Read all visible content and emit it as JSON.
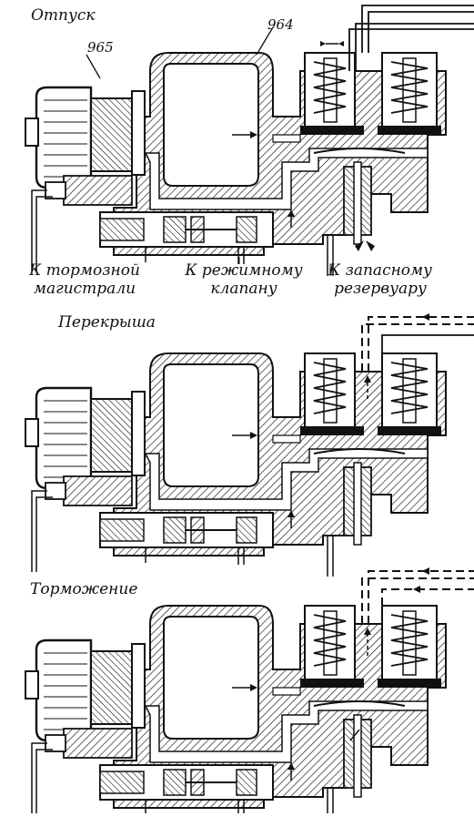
{
  "labels": {
    "mode_release": "Отпуск",
    "mode_lap": "Перекрыша",
    "mode_brake": "Торможение",
    "part_965": "965",
    "part_964": "964",
    "to_brake_pipe_line1": "К тормозной",
    "to_brake_pipe_line2": "магистрали",
    "to_mode_valve_line1": "К режимному",
    "to_mode_valve_line2": "клапану",
    "to_reservoir_line1": "К запасному",
    "to_reservoir_line2": "резервуару"
  },
  "colors": {
    "ink": "#111111",
    "paper": "#ffffff"
  }
}
